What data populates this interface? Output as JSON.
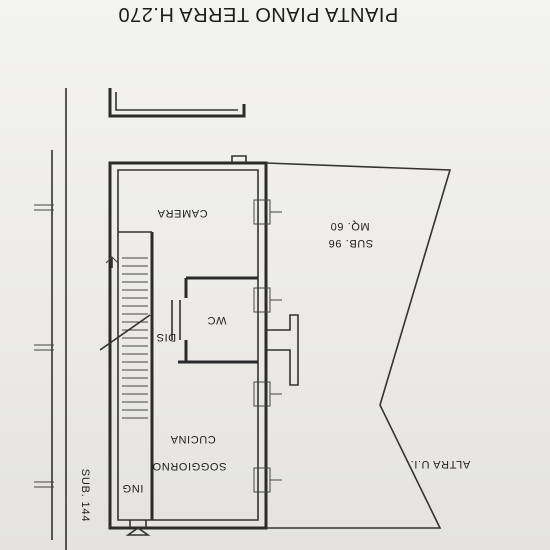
{
  "title": "PIANTA PIANO TERRA H.270",
  "rooms": {
    "camera": "CAMERA",
    "wc": "WC",
    "dis": "DIS",
    "cucina": "CUCINA",
    "soggiorno": "SOGGIORNO",
    "ing": "ING"
  },
  "unit": {
    "sub": "SUB. 96",
    "area": "MQ. 60"
  },
  "adjacent": {
    "altra": "ALTRA U.I.",
    "sub144": "SUB. 144"
  }
}
